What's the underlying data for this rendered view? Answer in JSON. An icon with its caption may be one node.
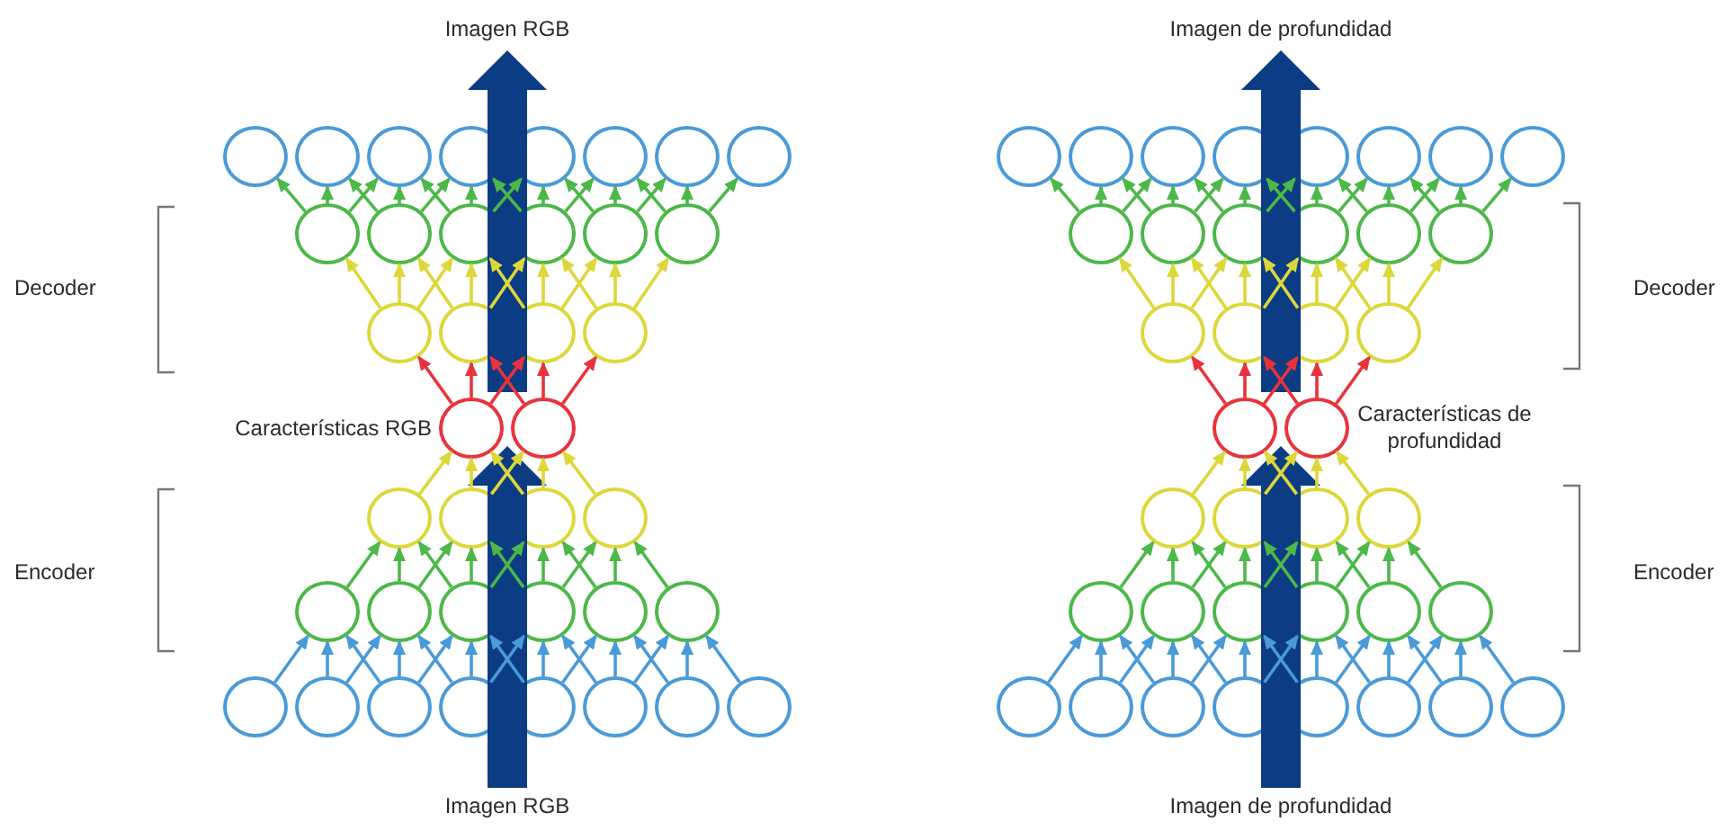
{
  "diagram": {
    "nodes": [
      {
        "text": [
          "Imagen RGB"
        ]
      },
      {
        "text": [],
        "shape": "circle"
      },
      {
        "text": [],
        "shape": "circle"
      },
      {
        "text": [],
        "shape": "circle"
      },
      {
        "text": [],
        "shape": "circle"
      },
      {
        "text": [],
        "shape": "circle"
      },
      {
        "text": [],
        "shape": "circle"
      },
      {
        "text": [],
        "shape": "circle"
      },
      {
        "text": [],
        "shape": "circle"
      },
      {
        "text": [],
        "shape": "circle"
      },
      {
        "text": [],
        "shape": "circle"
      },
      {
        "text": [],
        "shape": "circle"
      },
      {
        "text": [],
        "shape": "circle"
      },
      {
        "text": [],
        "shape": "circle"
      },
      {
        "text": [],
        "shape": "circle"
      },
      {
        "text": [],
        "shape": "circle"
      },
      {
        "text": [],
        "shape": "circle"
      },
      {
        "text": [],
        "shape": "circle"
      },
      {
        "text": [],
        "shape": "circle"
      },
      {
        "text": [],
        "shape": "circle"
      },
      {
        "text": [],
        "shape": "circle"
      },
      {
        "text": [],
        "shape": "circle"
      },
      {
        "text": [],
        "shape": "circle"
      },
      {
        "text": [],
        "shape": "circle"
      },
      {
        "text": [],
        "shape": "circle"
      },
      {
        "text": [],
        "shape": "circle"
      },
      {
        "text": [],
        "shape": "circle"
      },
      {
        "text": [],
        "shape": "circle"
      },
      {
        "text": [],
        "shape": "circle"
      },
      {
        "text": [],
        "shape": "circle"
      },
      {
        "text": [],
        "shape": "circle"
      },
      {
        "text": [],
        "shape": "circle"
      },
      {
        "text": [],
        "shape": "circle"
      },
      {
        "text": [],
        "shape": "circle"
      },
      {
        "text": [],
        "shape": "circle"
      },
      {
        "text": [],
        "shape": "circle"
      },
      {
        "text": [],
        "shape": "circle"
      },
      {
        "text": [],
        "shape": "circle"
      },
      {
        "text": [],
        "shape": "circle"
      },
      {
        "text": [
          "Imagen RGB"
        ]
      },
      {
        "text": [
          "Imagen de profundidad"
        ]
      },
      {
        "text": [],
        "shape": "circle"
      },
      {
        "text": [],
        "shape": "circle"
      },
      {
        "text": [],
        "shape": "circle"
      },
      {
        "text": [],
        "shape": "circle"
      },
      {
        "text": [],
        "shape": "circle"
      },
      {
        "text": [],
        "shape": "circle"
      },
      {
        "text": [],
        "shape": "circle"
      },
      {
        "text": [],
        "shape": "circle"
      },
      {
        "text": [],
        "shape": "circle"
      },
      {
        "text": [],
        "shape": "circle"
      },
      {
        "text": [],
        "shape": "circle"
      },
      {
        "text": [],
        "shape": "circle"
      },
      {
        "text": [],
        "shape": "circle"
      },
      {
        "text": [],
        "shape": "circle"
      },
      {
        "text": [],
        "shape": "circle"
      },
      {
        "text": [],
        "shape": "circle"
      },
      {
        "text": [],
        "shape": "circle"
      },
      {
        "text": [],
        "shape": "circle"
      },
      {
        "text": [],
        "shape": "circle"
      },
      {
        "text": [],
        "shape": "circle"
      },
      {
        "text": [],
        "shape": "circle"
      },
      {
        "text": [],
        "shape": "circle"
      },
      {
        "text": [],
        "shape": "circle"
      },
      {
        "text": [],
        "shape": "circle"
      },
      {
        "text": [],
        "shape": "circle"
      },
      {
        "text": [],
        "shape": "circle"
      },
      {
        "text": [],
        "shape": "circle"
      },
      {
        "text": [],
        "shape": "circle"
      },
      {
        "text": [],
        "shape": "circle"
      },
      {
        "text": [],
        "shape": "circle"
      },
      {
        "text": [],
        "shape": "circle"
      },
      {
        "text": [],
        "shape": "circle"
      },
      {
        "text": [],
        "shape": "circle"
      },
      {
        "text": [],
        "shape": "circle"
      },
      {
        "text": [],
        "shape": "circle"
      },
      {
        "text": [],
        "shape": "circle"
      },
      {
        "text": [],
        "shape": "circle"
      },
      {
        "text": [],
        "shape": "circle"
      },
      {
        "text": [
          "Imagen de profundidad"
        ]
      }
    ],
    "edges": [
      {
        "from": 19,
        "to": 15,
        "arrow": "to",
        "color": "#e8333c"
      },
      {
        "from": 19,
        "to": 16,
        "arrow": "to",
        "color": "#e8333c"
      },
      {
        "from": 19,
        "to": 17,
        "arrow": "to",
        "color": "#e8333c"
      },
      {
        "from": 20,
        "to": 16,
        "arrow": "to",
        "color": "#e8333c"
      },
      {
        "from": 20,
        "to": 17,
        "arrow": "to",
        "color": "#e8333c"
      },
      {
        "from": 20,
        "to": 18,
        "arrow": "to",
        "color": "#e8333c"
      },
      {
        "from": 15,
        "to": 9,
        "arrow": "to",
        "color": "#dcd83a"
      },
      {
        "from": 15,
        "to": 10,
        "arrow": "to",
        "color": "#dcd83a"
      },
      {
        "from": 15,
        "to": 11,
        "arrow": "to",
        "color": "#dcd83a"
      },
      {
        "from": 16,
        "to": 10,
        "arrow": "to",
        "color": "#dcd83a"
      },
      {
        "from": 16,
        "to": 11,
        "arrow": "to",
        "color": "#dcd83a"
      },
      {
        "from": 16,
        "to": 12,
        "arrow": "to",
        "color": "#dcd83a"
      },
      {
        "from": 17,
        "to": 11,
        "arrow": "to",
        "color": "#dcd83a"
      },
      {
        "from": 17,
        "to": 12,
        "arrow": "to",
        "color": "#dcd83a"
      },
      {
        "from": 17,
        "to": 13,
        "arrow": "to",
        "color": "#dcd83a"
      },
      {
        "from": 18,
        "to": 12,
        "arrow": "to",
        "color": "#dcd83a"
      },
      {
        "from": 18,
        "to": 13,
        "arrow": "to",
        "color": "#dcd83a"
      },
      {
        "from": 18,
        "to": 14,
        "arrow": "to",
        "color": "#dcd83a"
      },
      {
        "from": 9,
        "to": 1,
        "arrow": "to",
        "color": "#4cb848"
      },
      {
        "from": 9,
        "to": 2,
        "arrow": "to",
        "color": "#4cb848"
      },
      {
        "from": 9,
        "to": 3,
        "arrow": "to",
        "color": "#4cb848"
      },
      {
        "from": 10,
        "to": 2,
        "arrow": "to",
        "color": "#4cb848"
      },
      {
        "from": 10,
        "to": 3,
        "arrow": "to",
        "color": "#4cb848"
      },
      {
        "from": 10,
        "to": 4,
        "arrow": "to",
        "color": "#4cb848"
      },
      {
        "from": 11,
        "to": 3,
        "arrow": "to",
        "color": "#4cb848"
      },
      {
        "from": 11,
        "to": 4,
        "arrow": "to",
        "color": "#4cb848"
      },
      {
        "from": 11,
        "to": 5,
        "arrow": "to",
        "color": "#4cb848"
      },
      {
        "from": 12,
        "to": 4,
        "arrow": "to",
        "color": "#4cb848"
      },
      {
        "from": 12,
        "to": 5,
        "arrow": "to",
        "color": "#4cb848"
      },
      {
        "from": 12,
        "to": 6,
        "arrow": "to",
        "color": "#4cb848"
      },
      {
        "from": 13,
        "to": 5,
        "arrow": "to",
        "color": "#4cb848"
      },
      {
        "from": 13,
        "to": 6,
        "arrow": "to",
        "color": "#4cb848"
      },
      {
        "from": 13,
        "to": 7,
        "arrow": "to",
        "color": "#4cb848"
      },
      {
        "from": 14,
        "to": 6,
        "arrow": "to",
        "color": "#4cb848"
      },
      {
        "from": 14,
        "to": 7,
        "arrow": "to",
        "color": "#4cb848"
      },
      {
        "from": 14,
        "to": 8,
        "arrow": "to",
        "color": "#4cb848"
      },
      {
        "from": 21,
        "to": 19,
        "arrow": "to",
        "color": "#dcd83a"
      },
      {
        "from": 22,
        "to": 19,
        "arrow": "to",
        "color": "#dcd83a"
      },
      {
        "from": 23,
        "to": 19,
        "arrow": "to",
        "color": "#dcd83a"
      },
      {
        "from": 22,
        "to": 20,
        "arrow": "to",
        "color": "#dcd83a"
      },
      {
        "from": 23,
        "to": 20,
        "arrow": "to",
        "color": "#dcd83a"
      },
      {
        "from": 24,
        "to": 20,
        "arrow": "to",
        "color": "#dcd83a"
      },
      {
        "from": 25,
        "to": 21,
        "arrow": "to",
        "color": "#4cb848"
      },
      {
        "from": 26,
        "to": 21,
        "arrow": "to",
        "color": "#4cb848"
      },
      {
        "from": 27,
        "to": 21,
        "arrow": "to",
        "color": "#4cb848"
      },
      {
        "from": 26,
        "to": 22,
        "arrow": "to",
        "color": "#4cb848"
      },
      {
        "from": 27,
        "to": 22,
        "arrow": "to",
        "color": "#4cb848"
      },
      {
        "from": 28,
        "to": 22,
        "arrow": "to",
        "color": "#4cb848"
      },
      {
        "from": 27,
        "to": 23,
        "arrow": "to",
        "color": "#4cb848"
      },
      {
        "from": 28,
        "to": 23,
        "arrow": "to",
        "color": "#4cb848"
      },
      {
        "from": 29,
        "to": 23,
        "arrow": "to",
        "color": "#4cb848"
      },
      {
        "from": 28,
        "to": 24,
        "arrow": "to",
        "color": "#4cb848"
      },
      {
        "from": 29,
        "to": 24,
        "arrow": "to",
        "color": "#4cb848"
      },
      {
        "from": 30,
        "to": 24,
        "arrow": "to",
        "color": "#4cb848"
      },
      {
        "from": 31,
        "to": 25,
        "arrow": "to",
        "color": "#4a9ad8"
      },
      {
        "from": 32,
        "to": 25,
        "arrow": "to",
        "color": "#4a9ad8"
      },
      {
        "from": 33,
        "to": 25,
        "arrow": "to",
        "color": "#4a9ad8"
      },
      {
        "from": 32,
        "to": 26,
        "arrow": "to",
        "color": "#4a9ad8"
      },
      {
        "from": 33,
        "to": 26,
        "arrow": "to",
        "color": "#4a9ad8"
      },
      {
        "from": 34,
        "to": 26,
        "arrow": "to",
        "color": "#4a9ad8"
      },
      {
        "from": 33,
        "to": 27,
        "arrow": "to",
        "color": "#4a9ad8"
      },
      {
        "from": 34,
        "to": 27,
        "arrow": "to",
        "color": "#4a9ad8"
      },
      {
        "from": 35,
        "to": 27,
        "arrow": "to",
        "color": "#4a9ad8"
      },
      {
        "from": 34,
        "to": 28,
        "arrow": "to",
        "color": "#4a9ad8"
      },
      {
        "from": 35,
        "to": 28,
        "arrow": "to",
        "color": "#4a9ad8"
      },
      {
        "from": 36,
        "to": 28,
        "arrow": "to",
        "color": "#4a9ad8"
      },
      {
        "from": 35,
        "to": 29,
        "arrow": "to",
        "color": "#4a9ad8"
      },
      {
        "from": 36,
        "to": 29,
        "arrow": "to",
        "color": "#4a9ad8"
      },
      {
        "from": 37,
        "to": 29,
        "arrow": "to",
        "color": "#4a9ad8"
      },
      {
        "from": 36,
        "to": 30,
        "arrow": "to",
        "color": "#4a9ad8"
      },
      {
        "from": 37,
        "to": 30,
        "arrow": "to",
        "color": "#4a9ad8"
      },
      {
        "from": 38,
        "to": 30,
        "arrow": "to",
        "color": "#4a9ad8"
      },
      {
        "from": 39,
        "to": 19,
        "arrow": "to",
        "style": "thick",
        "color": "#0b3c84"
      },
      {
        "from": 19,
        "to": 0,
        "arrow": "to",
        "style": "thick",
        "color": "#0b3c84"
      },
      {
        "from": 59,
        "to": 55,
        "arrow": "to",
        "color": "#e8333c"
      },
      {
        "from": 59,
        "to": 56,
        "arrow": "to",
        "color": "#e8333c"
      },
      {
        "from": 59,
        "to": 57,
        "arrow": "to",
        "color": "#e8333c"
      },
      {
        "from": 60,
        "to": 56,
        "arrow": "to",
        "color": "#e8333c"
      },
      {
        "from": 60,
        "to": 57,
        "arrow": "to",
        "color": "#e8333c"
      },
      {
        "from": 60,
        "to": 58,
        "arrow": "to",
        "color": "#e8333c"
      },
      {
        "from": 55,
        "to": 49,
        "arrow": "to",
        "color": "#dcd83a"
      },
      {
        "from": 55,
        "to": 50,
        "arrow": "to",
        "color": "#dcd83a"
      },
      {
        "from": 55,
        "to": 51,
        "arrow": "to",
        "color": "#dcd83a"
      },
      {
        "from": 56,
        "to": 50,
        "arrow": "to",
        "color": "#dcd83a"
      },
      {
        "from": 56,
        "to": 51,
        "arrow": "to",
        "color": "#dcd83a"
      },
      {
        "from": 56,
        "to": 52,
        "arrow": "to",
        "color": "#dcd83a"
      },
      {
        "from": 57,
        "to": 51,
        "arrow": "to",
        "color": "#dcd83a"
      },
      {
        "from": 57,
        "to": 52,
        "arrow": "to",
        "color": "#dcd83a"
      },
      {
        "from": 57,
        "to": 53,
        "arrow": "to",
        "color": "#dcd83a"
      },
      {
        "from": 58,
        "to": 52,
        "arrow": "to",
        "color": "#dcd83a"
      },
      {
        "from": 58,
        "to": 53,
        "arrow": "to",
        "color": "#dcd83a"
      },
      {
        "from": 58,
        "to": 54,
        "arrow": "to",
        "color": "#dcd83a"
      },
      {
        "from": 49,
        "to": 41,
        "arrow": "to",
        "color": "#4cb848"
      },
      {
        "from": 49,
        "to": 42,
        "arrow": "to",
        "color": "#4cb848"
      },
      {
        "from": 49,
        "to": 43,
        "arrow": "to",
        "color": "#4cb848"
      },
      {
        "from": 50,
        "to": 42,
        "arrow": "to",
        "color": "#4cb848"
      },
      {
        "from": 50,
        "to": 43,
        "arrow": "to",
        "color": "#4cb848"
      },
      {
        "from": 50,
        "to": 44,
        "arrow": "to",
        "color": "#4cb848"
      },
      {
        "from": 51,
        "to": 43,
        "arrow": "to",
        "color": "#4cb848"
      },
      {
        "from": 51,
        "to": 44,
        "arrow": "to",
        "color": "#4cb848"
      },
      {
        "from": 51,
        "to": 45,
        "arrow": "to",
        "color": "#4cb848"
      },
      {
        "from": 52,
        "to": 44,
        "arrow": "to",
        "color": "#4cb848"
      },
      {
        "from": 52,
        "to": 45,
        "arrow": "to",
        "color": "#4cb848"
      },
      {
        "from": 52,
        "to": 46,
        "arrow": "to",
        "color": "#4cb848"
      },
      {
        "from": 53,
        "to": 45,
        "arrow": "to",
        "color": "#4cb848"
      },
      {
        "from": 53,
        "to": 46,
        "arrow": "to",
        "color": "#4cb848"
      },
      {
        "from": 53,
        "to": 47,
        "arrow": "to",
        "color": "#4cb848"
      },
      {
        "from": 54,
        "to": 46,
        "arrow": "to",
        "color": "#4cb848"
      },
      {
        "from": 54,
        "to": 47,
        "arrow": "to",
        "color": "#4cb848"
      },
      {
        "from": 54,
        "to": 48,
        "arrow": "to",
        "color": "#4cb848"
      },
      {
        "from": 61,
        "to": 59,
        "arrow": "to",
        "color": "#dcd83a"
      },
      {
        "from": 62,
        "to": 59,
        "arrow": "to",
        "color": "#dcd83a"
      },
      {
        "from": 63,
        "to": 59,
        "arrow": "to",
        "color": "#dcd83a"
      },
      {
        "from": 62,
        "to": 60,
        "arrow": "to",
        "color": "#dcd83a"
      },
      {
        "from": 63,
        "to": 60,
        "arrow": "to",
        "color": "#dcd83a"
      },
      {
        "from": 64,
        "to": 60,
        "arrow": "to",
        "color": "#dcd83a"
      },
      {
        "from": 65,
        "to": 61,
        "arrow": "to",
        "color": "#4cb848"
      },
      {
        "from": 66,
        "to": 61,
        "arrow": "to",
        "color": "#4cb848"
      },
      {
        "from": 67,
        "to": 61,
        "arrow": "to",
        "color": "#4cb848"
      },
      {
        "from": 66,
        "to": 62,
        "arrow": "to",
        "color": "#4cb848"
      },
      {
        "from": 67,
        "to": 62,
        "arrow": "to",
        "color": "#4cb848"
      },
      {
        "from": 68,
        "to": 62,
        "arrow": "to",
        "color": "#4cb848"
      },
      {
        "from": 67,
        "to": 63,
        "arrow": "to",
        "color": "#4cb848"
      },
      {
        "from": 68,
        "to": 63,
        "arrow": "to",
        "color": "#4cb848"
      },
      {
        "from": 69,
        "to": 63,
        "arrow": "to",
        "color": "#4cb848"
      },
      {
        "from": 68,
        "to": 64,
        "arrow": "to",
        "color": "#4cb848"
      },
      {
        "from": 69,
        "to": 64,
        "arrow": "to",
        "color": "#4cb848"
      },
      {
        "from": 70,
        "to": 64,
        "arrow": "to",
        "color": "#4cb848"
      },
      {
        "from": 71,
        "to": 65,
        "arrow": "to",
        "color": "#4a9ad8"
      },
      {
        "from": 72,
        "to": 65,
        "arrow": "to",
        "color": "#4a9ad8"
      },
      {
        "from": 73,
        "to": 65,
        "arrow": "to",
        "color": "#4a9ad8"
      },
      {
        "from": 72,
        "to": 66,
        "arrow": "to",
        "color": "#4a9ad8"
      },
      {
        "from": 73,
        "to": 66,
        "arrow": "to",
        "color": "#4a9ad8"
      },
      {
        "from": 74,
        "to": 66,
        "arrow": "to",
        "color": "#4a9ad8"
      },
      {
        "from": 73,
        "to": 67,
        "arrow": "to",
        "color": "#4a9ad8"
      },
      {
        "from": 74,
        "to": 67,
        "arrow": "to",
        "color": "#4a9ad8"
      },
      {
        "from": 75,
        "to": 67,
        "arrow": "to",
        "color": "#4a9ad8"
      },
      {
        "from": 74,
        "to": 68,
        "arrow": "to",
        "color": "#4a9ad8"
      },
      {
        "from": 75,
        "to": 68,
        "arrow": "to",
        "color": "#4a9ad8"
      },
      {
        "from": 76,
        "to": 68,
        "arrow": "to",
        "color": "#4a9ad8"
      },
      {
        "from": 75,
        "to": 69,
        "arrow": "to",
        "color": "#4a9ad8"
      },
      {
        "from": 76,
        "to": 69,
        "arrow": "to",
        "color": "#4a9ad8"
      },
      {
        "from": 77,
        "to": 69,
        "arrow": "to",
        "color": "#4a9ad8"
      },
      {
        "from": 76,
        "to": 70,
        "arrow": "to",
        "color": "#4a9ad8"
      },
      {
        "from": 77,
        "to": 70,
        "arrow": "to",
        "color": "#4a9ad8"
      },
      {
        "from": 78,
        "to": 70,
        "arrow": "to",
        "color": "#4a9ad8"
      },
      {
        "from": 79,
        "to": 59,
        "arrow": "to",
        "style": "thick",
        "color": "#0b3c84"
      },
      {
        "from": 59,
        "to": 40,
        "arrow": "to",
        "style": "thick",
        "color": "#0b3c84"
      }
    ],
    "labels": [
      "Decoder",
      "Decoder",
      "Características de profundidad",
      "Características RGB",
      "Encoder",
      "Encoder"
    ]
  }
}
